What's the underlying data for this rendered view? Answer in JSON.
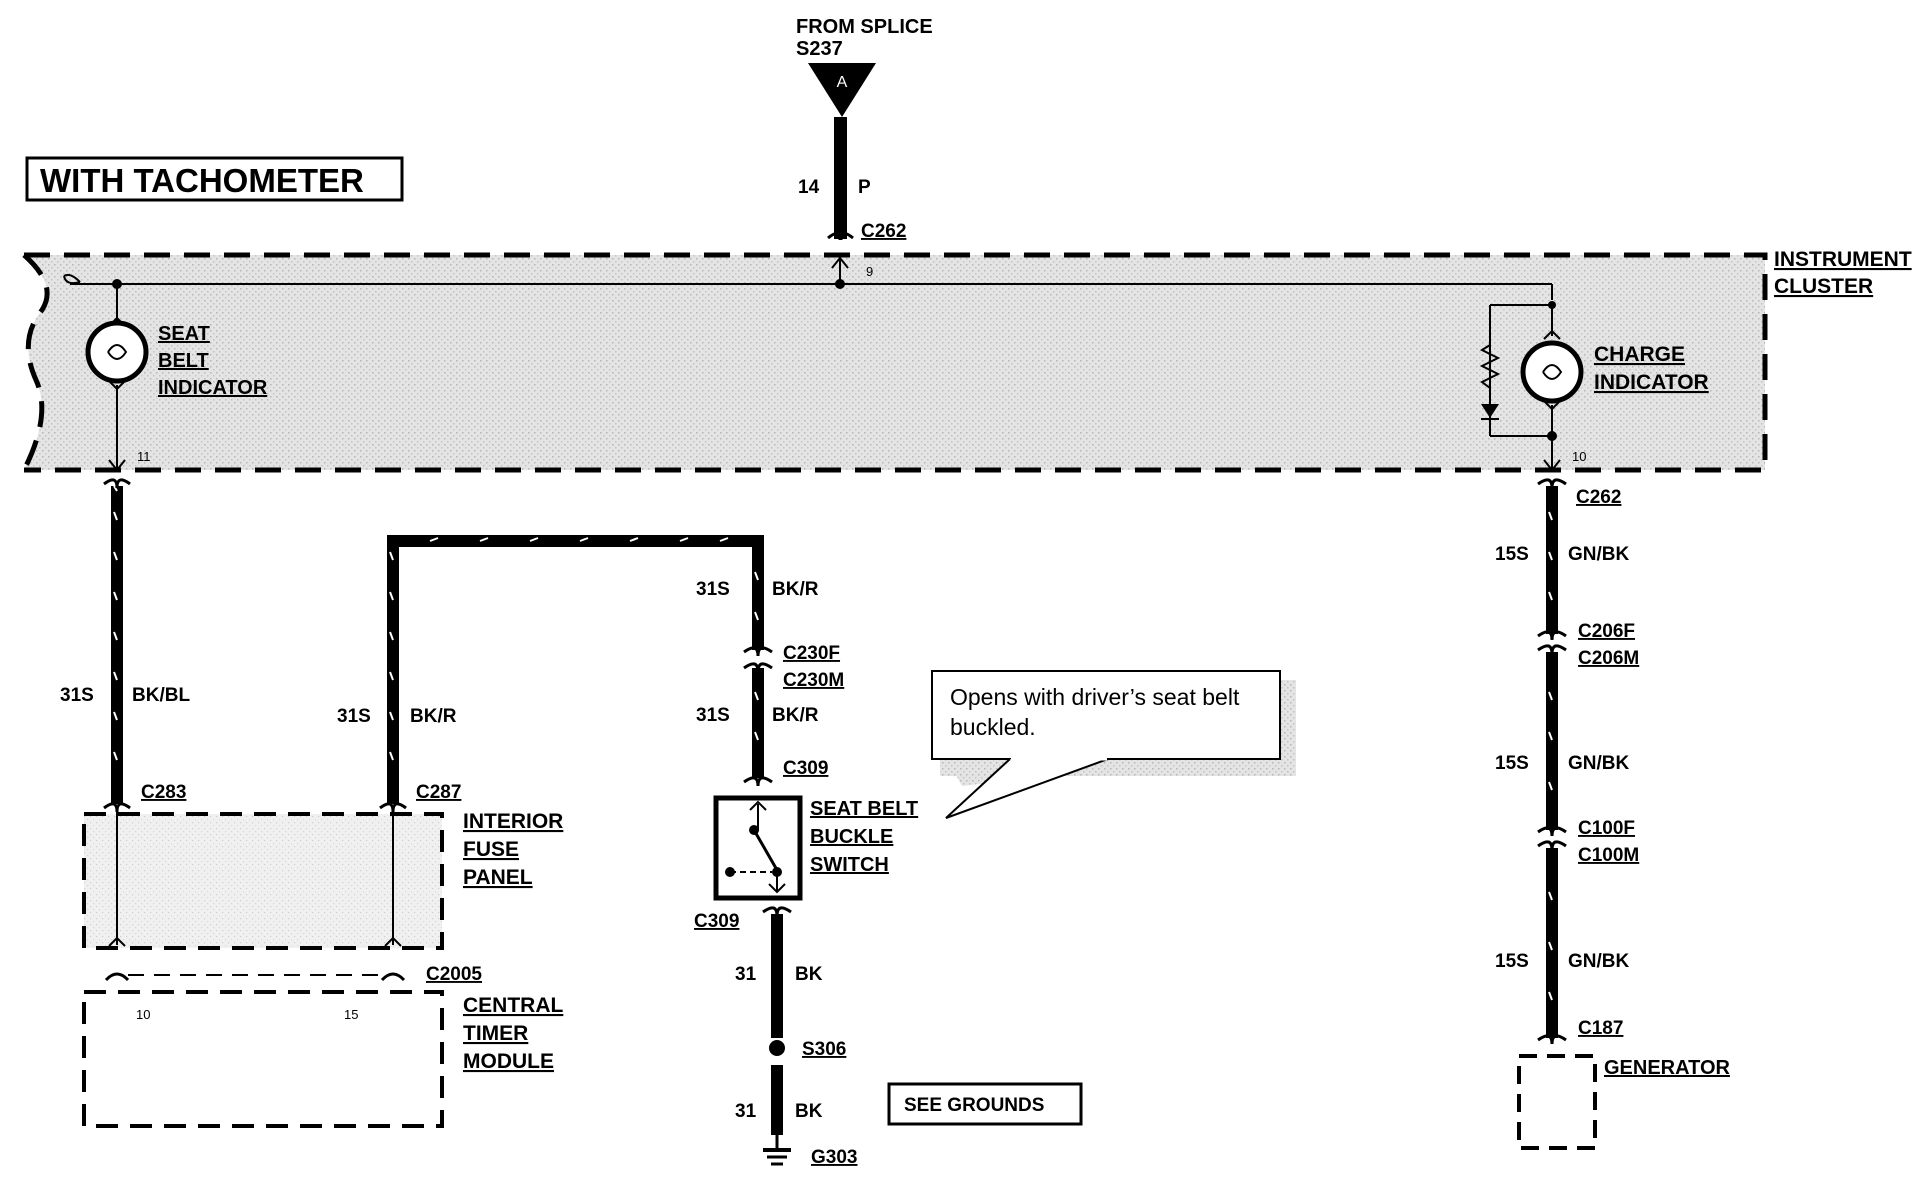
{
  "title": "WITH TACHOMETER",
  "splice": {
    "line1": "FROM SPLICE",
    "line2": "S237",
    "letter": "A"
  },
  "top_wire": {
    "gauge": "14",
    "color": "P",
    "connector": "C262",
    "pin": "9"
  },
  "instrument_cluster": {
    "line1": "INSTRUMENT",
    "line2": "CLUSTER"
  },
  "seat_belt_indicator": {
    "line1": "SEAT",
    "line2": "BELT",
    "line3": "INDICATOR",
    "pin": "11"
  },
  "charge_indicator": {
    "line1": "CHARGE",
    "line2": "INDICATOR",
    "pin": "10"
  },
  "left_wire": {
    "gauge": "31S",
    "color": "BK/BL",
    "connector": "C283"
  },
  "mid_wire": {
    "gauge": "31S",
    "color": "BK/R",
    "connector": "C287"
  },
  "interior_fuse_panel": {
    "line1": "INTERIOR",
    "line2": "FUSE",
    "line3": "PANEL"
  },
  "c2005": "C2005",
  "central_timer_module": {
    "line1": "CENTRAL",
    "line2": "TIMER",
    "line3": "MODULE",
    "pin_left": "10",
    "pin_right": "15"
  },
  "switch_branch": {
    "upper_gauge": "31S",
    "upper_color": "BK/R",
    "inline_connector_f": "C230F",
    "inline_connector_m": "C230M",
    "lower_gauge": "31S",
    "lower_color": "BK/R",
    "connector_top": "C309",
    "connector_bottom": "C309"
  },
  "seat_belt_buckle_switch": {
    "line1": "SEAT BELT",
    "line2": "BUCKLE",
    "line3": "SWITCH"
  },
  "callout": {
    "line1": "Opens with driver’s seat belt",
    "line2": "buckled."
  },
  "ground_branch": {
    "gauge1": "31",
    "color1": "BK",
    "splice": "S306",
    "gauge2": "31",
    "color2": "BK",
    "ground": "G303"
  },
  "see_grounds": "SEE GROUNDS",
  "right_branch": {
    "connector_top": "C262",
    "gauge1": "15S",
    "color1": "GN/BK",
    "c206f": "C206F",
    "c206m": "C206M",
    "gauge2": "15S",
    "color2": "GN/BK",
    "c100f": "C100F",
    "c100m": "C100M",
    "gauge3": "15S",
    "color3": "GN/BK",
    "connector_bottom": "C187"
  },
  "generator": "GENERATOR"
}
